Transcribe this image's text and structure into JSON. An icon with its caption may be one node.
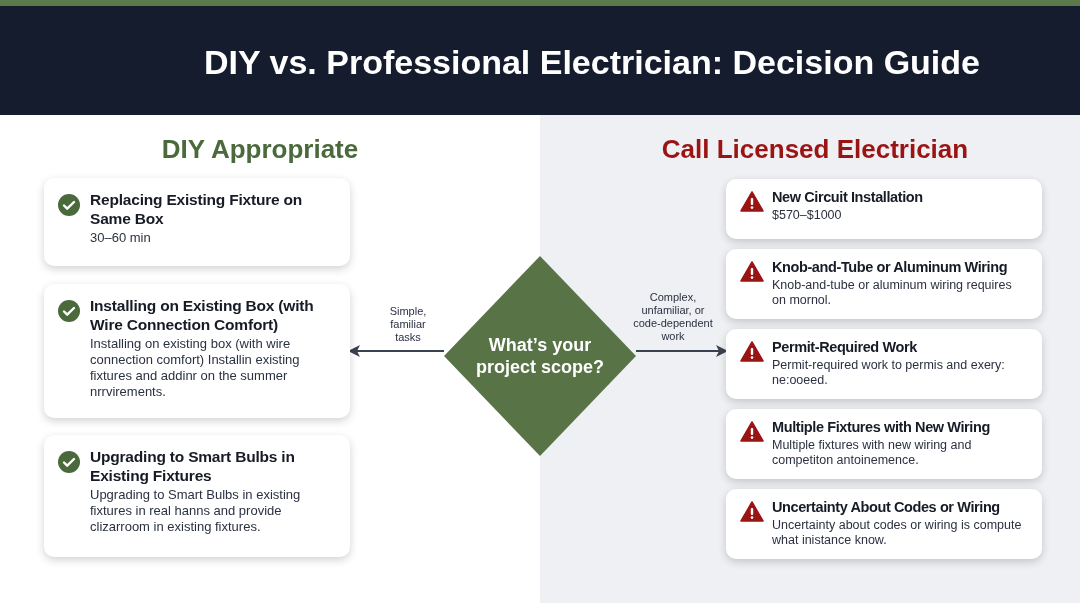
{
  "diagram": {
    "title": "DIY vs. Professional Electrician: Decision Guide",
    "nodes": [
      {
        "text": [
          "What’s your project scope?"
        ]
      },
      {
        "text": [
          "Replacing Existing Fixture on Same Box",
          "30–60 min"
        ]
      },
      {
        "text": [
          "Installing on Existing Box (with Wire Connection Comfort)",
          "Installing on existing box (with wire connection comfort) Installin existing fixtures and addinr on the summer nrrvirements."
        ]
      },
      {
        "text": [
          "Upgrading to Smart Bulbs in Existing Fixtures",
          "Upgrading to Smart Bulbs in existing fixtures in real hanns and provide clizarroom in existing fixtures."
        ]
      },
      {
        "text": [
          "New Circuit Installation",
          "$570–$1000"
        ]
      },
      {
        "text": [
          "Knob-and-Tube or Aluminum Wiring",
          "Knob-and-tube or aluminum wiring requires on mornol."
        ]
      },
      {
        "text": [
          "Permit-Required Work",
          "Permit-required work to permis and exery: ne:ooeed."
        ]
      },
      {
        "text": [
          "Multiple Fixtures with New Wiring",
          "Multiple fixtures with new wiring and competiton antoinemence."
        ]
      },
      {
        "text": [
          "Uncertainty About Codes or Wiring",
          "Uncertainty about codes or wiring is compute what inistance know."
        ]
      }
    ],
    "edges": [
      {
        "from": 0,
        "to": 2,
        "arrow": "to",
        "label": "Simple, familiar tasks"
      },
      {
        "from": 0,
        "to": 6,
        "arrow": "to",
        "label": "Complex, unfamiliar, or code-dependent work"
      }
    ],
    "labels": [
      "DIY Appropriate",
      "Call Licensed Electrician"
    ]
  }
}
